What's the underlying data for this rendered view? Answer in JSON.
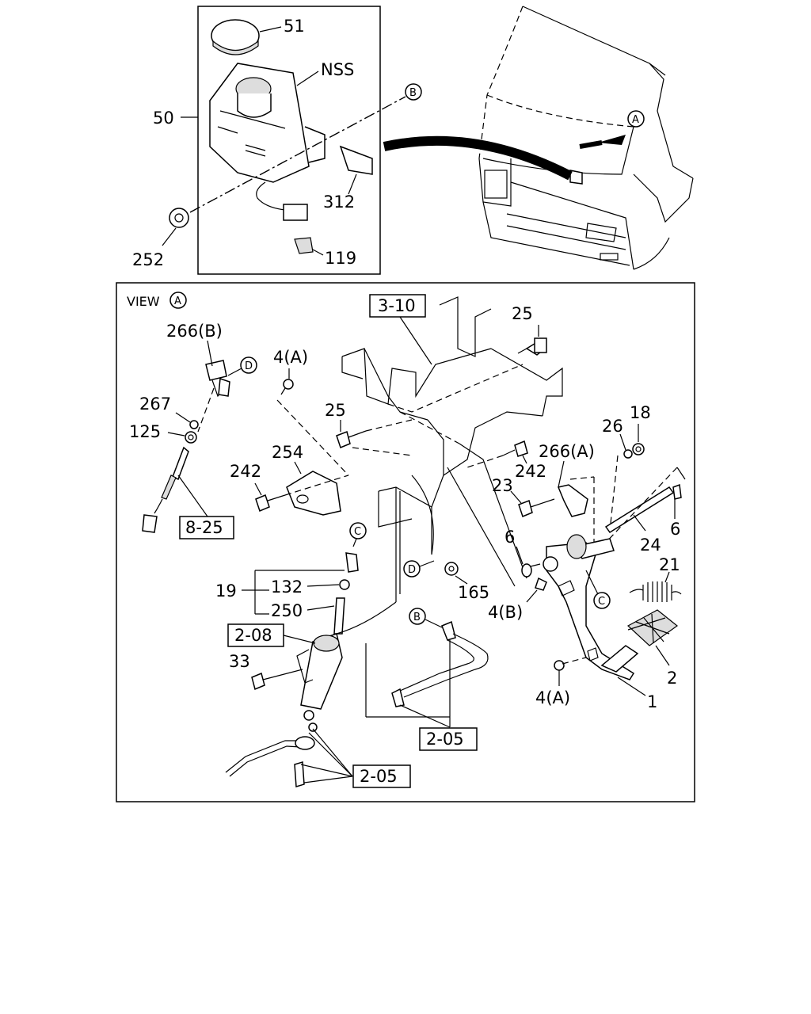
{
  "top_panel": {
    "labels": {
      "p51": "51",
      "nss": "NSS",
      "p50": "50",
      "p312": "312",
      "p252": "252",
      "p119": "119"
    },
    "circle_b": "B",
    "circle_a": "A"
  },
  "view": {
    "title": "VIEW",
    "title_circle": "A",
    "labels": {
      "l25a": "25",
      "l266b": "266(B)",
      "l4a_top": "4(A)",
      "l267": "267",
      "l125": "125",
      "l25b": "25",
      "l254": "254",
      "l242a": "242",
      "l26": "26",
      "l18": "18",
      "l266a": "266(A)",
      "l242b": "242",
      "l23": "23",
      "l6a": "6",
      "l6b": "6",
      "l24": "24",
      "l21": "21",
      "l19": "19",
      "l132": "132",
      "l250": "250",
      "l165": "165",
      "l4b": "4(B)",
      "l33": "33",
      "l4a_bot": "4(A)",
      "l1": "1",
      "l2": "2"
    },
    "boxes": {
      "b310": "3-10",
      "b825": "8-25",
      "b208": "2-08",
      "b205a": "2-05",
      "b205b": "2-05"
    },
    "circles": {
      "c_d_top": "D",
      "c_c_top": "C",
      "c_d_mid": "D",
      "c_b_mid": "B",
      "c_c_right": "C"
    }
  }
}
